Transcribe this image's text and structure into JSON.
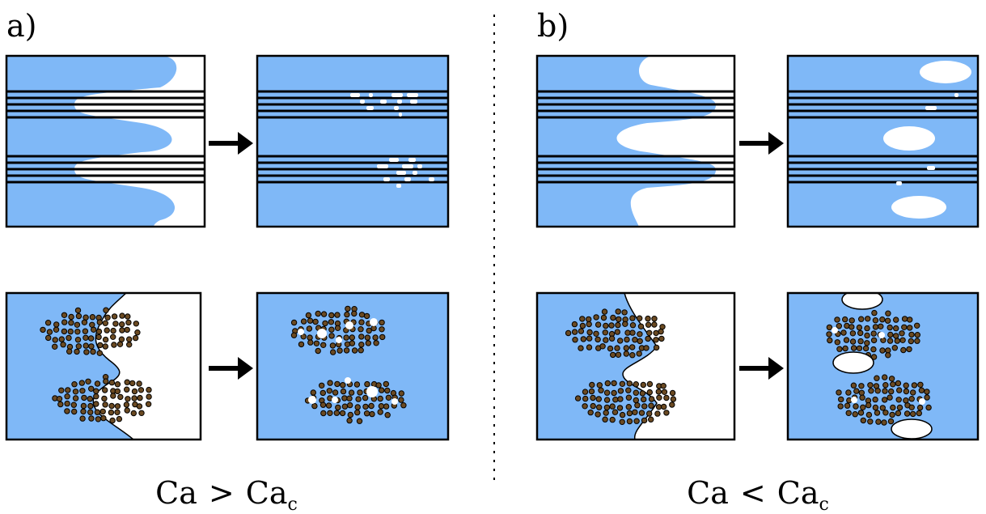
{
  "colors": {
    "fluid": "#7fb8f7",
    "background": "#ffffff",
    "particle_fill": "#6b4a22",
    "particle_stroke": "#000000",
    "outline": "#000000"
  },
  "panels": {
    "a": {
      "label": "a)",
      "caption": {
        "main": "Ca",
        "relation": ">",
        "rhs": "Ca",
        "subscript": "c"
      }
    },
    "b": {
      "label": "b)",
      "caption": {
        "main": "Ca",
        "relation": "<",
        "rhs": "Ca",
        "subscript": "c"
      }
    }
  },
  "icons": [
    "right-arrow-icon"
  ]
}
